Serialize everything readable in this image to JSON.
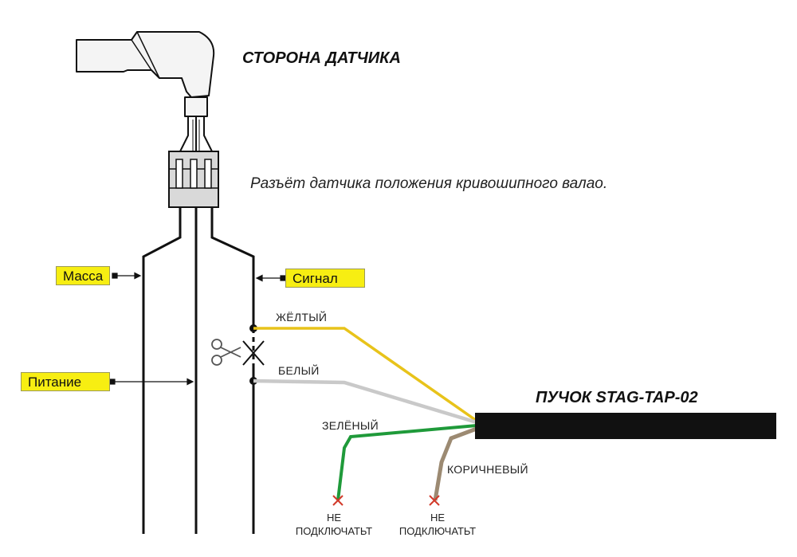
{
  "title_sensor_side": "СТОРОНА ДАТЧИКА",
  "caption_connector": "Разъёт датчика положения кривошипного валао.",
  "tags": {
    "ground": "Масса",
    "signal": "Сигнал",
    "power": "Питание"
  },
  "bundle_title": "ПУЧОК STAG-TAP-02",
  "wires": {
    "yellow": "ЖЁЛТЫЙ",
    "white": "БЕЛЫЙ",
    "green": "ЗЕЛЁНЫЙ",
    "brown": "КОРИЧНЕВЫЙ"
  },
  "not_connect": {
    "line1": "НЕ",
    "line2": "ПОДКЛЮЧАТЬТ"
  },
  "colors": {
    "yellow_wire": "#e8c31a",
    "white_wire": "#c9c9c9",
    "green_wire": "#1f9a3a",
    "brown_wire": "#9c8a72",
    "tag_fill": "#f7ee12",
    "cut_mark": "#d23a2a"
  },
  "icons": [
    "scissors-icon",
    "cut-cross-icon",
    "not-connected-x-icon"
  ]
}
